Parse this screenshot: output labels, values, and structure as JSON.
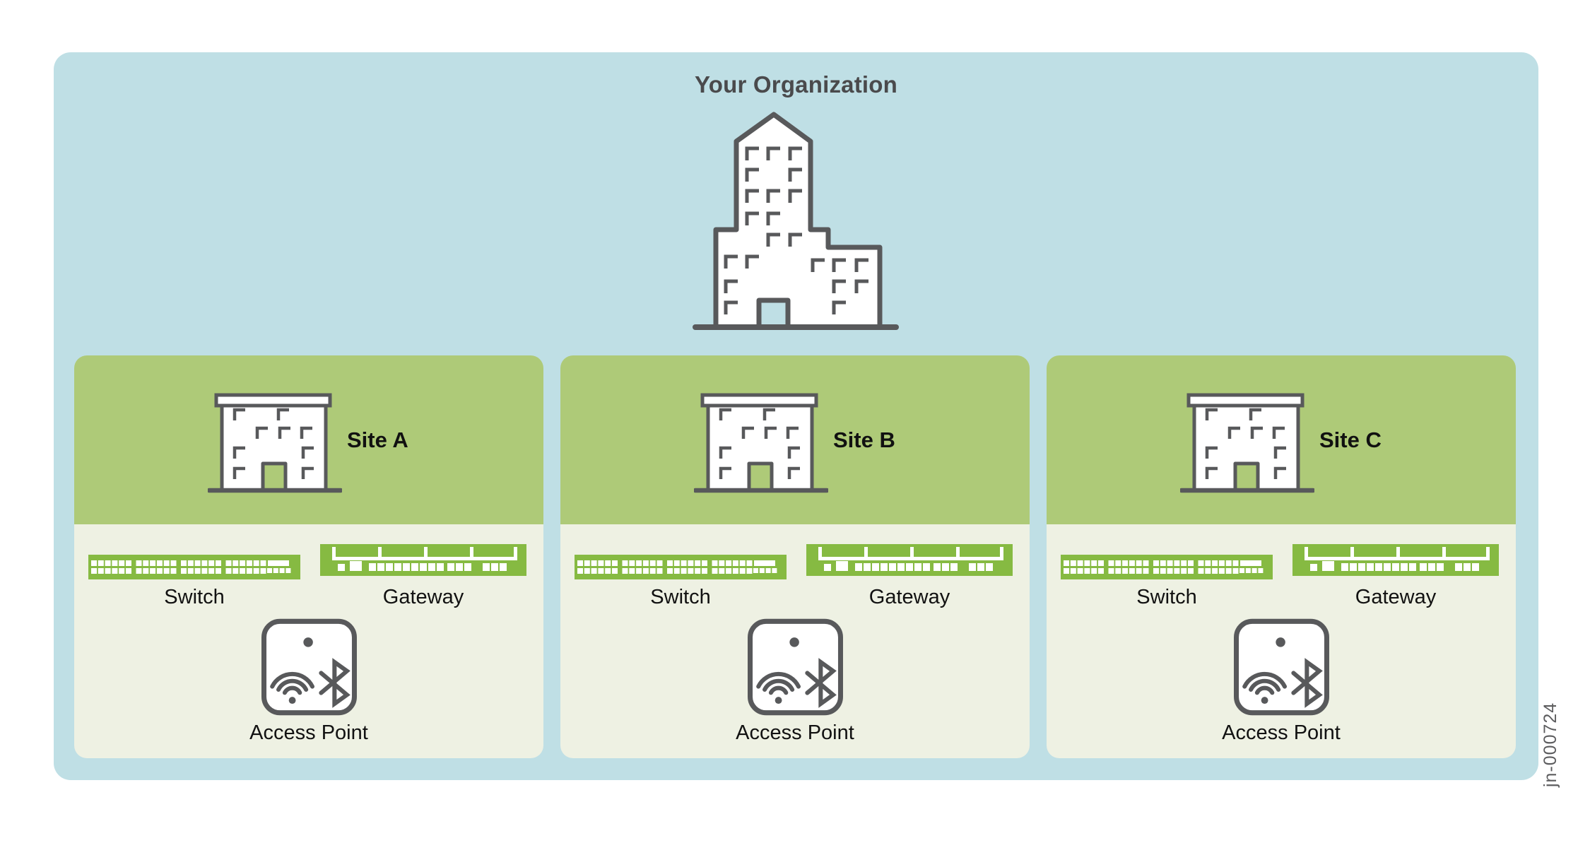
{
  "title": "Your Organization",
  "figure_id": "jn-000724",
  "organization": {
    "icon": "organization-building-icon"
  },
  "sites": [
    {
      "label": "Site A",
      "devices": [
        {
          "label": "Switch"
        },
        {
          "label": "Gateway"
        },
        {
          "label": "Access Point"
        }
      ]
    },
    {
      "label": "Site B",
      "devices": [
        {
          "label": "Switch"
        },
        {
          "label": "Gateway"
        },
        {
          "label": "Access Point"
        }
      ]
    },
    {
      "label": "Site C",
      "devices": [
        {
          "label": "Switch"
        },
        {
          "label": "Gateway"
        },
        {
          "label": "Access Point"
        }
      ]
    }
  ],
  "colors": {
    "page_bg": "#ffffff",
    "org_panel_bg": "#bfdfe5",
    "site_header_bg": "#aeca78",
    "site_body_bg": "#eef1e3",
    "device_green": "#86ba42",
    "icon_outline": "#58595b",
    "title_text": "#4a4a4c",
    "label_text": "#111111",
    "figure_id_text": "#5c5c5e"
  }
}
